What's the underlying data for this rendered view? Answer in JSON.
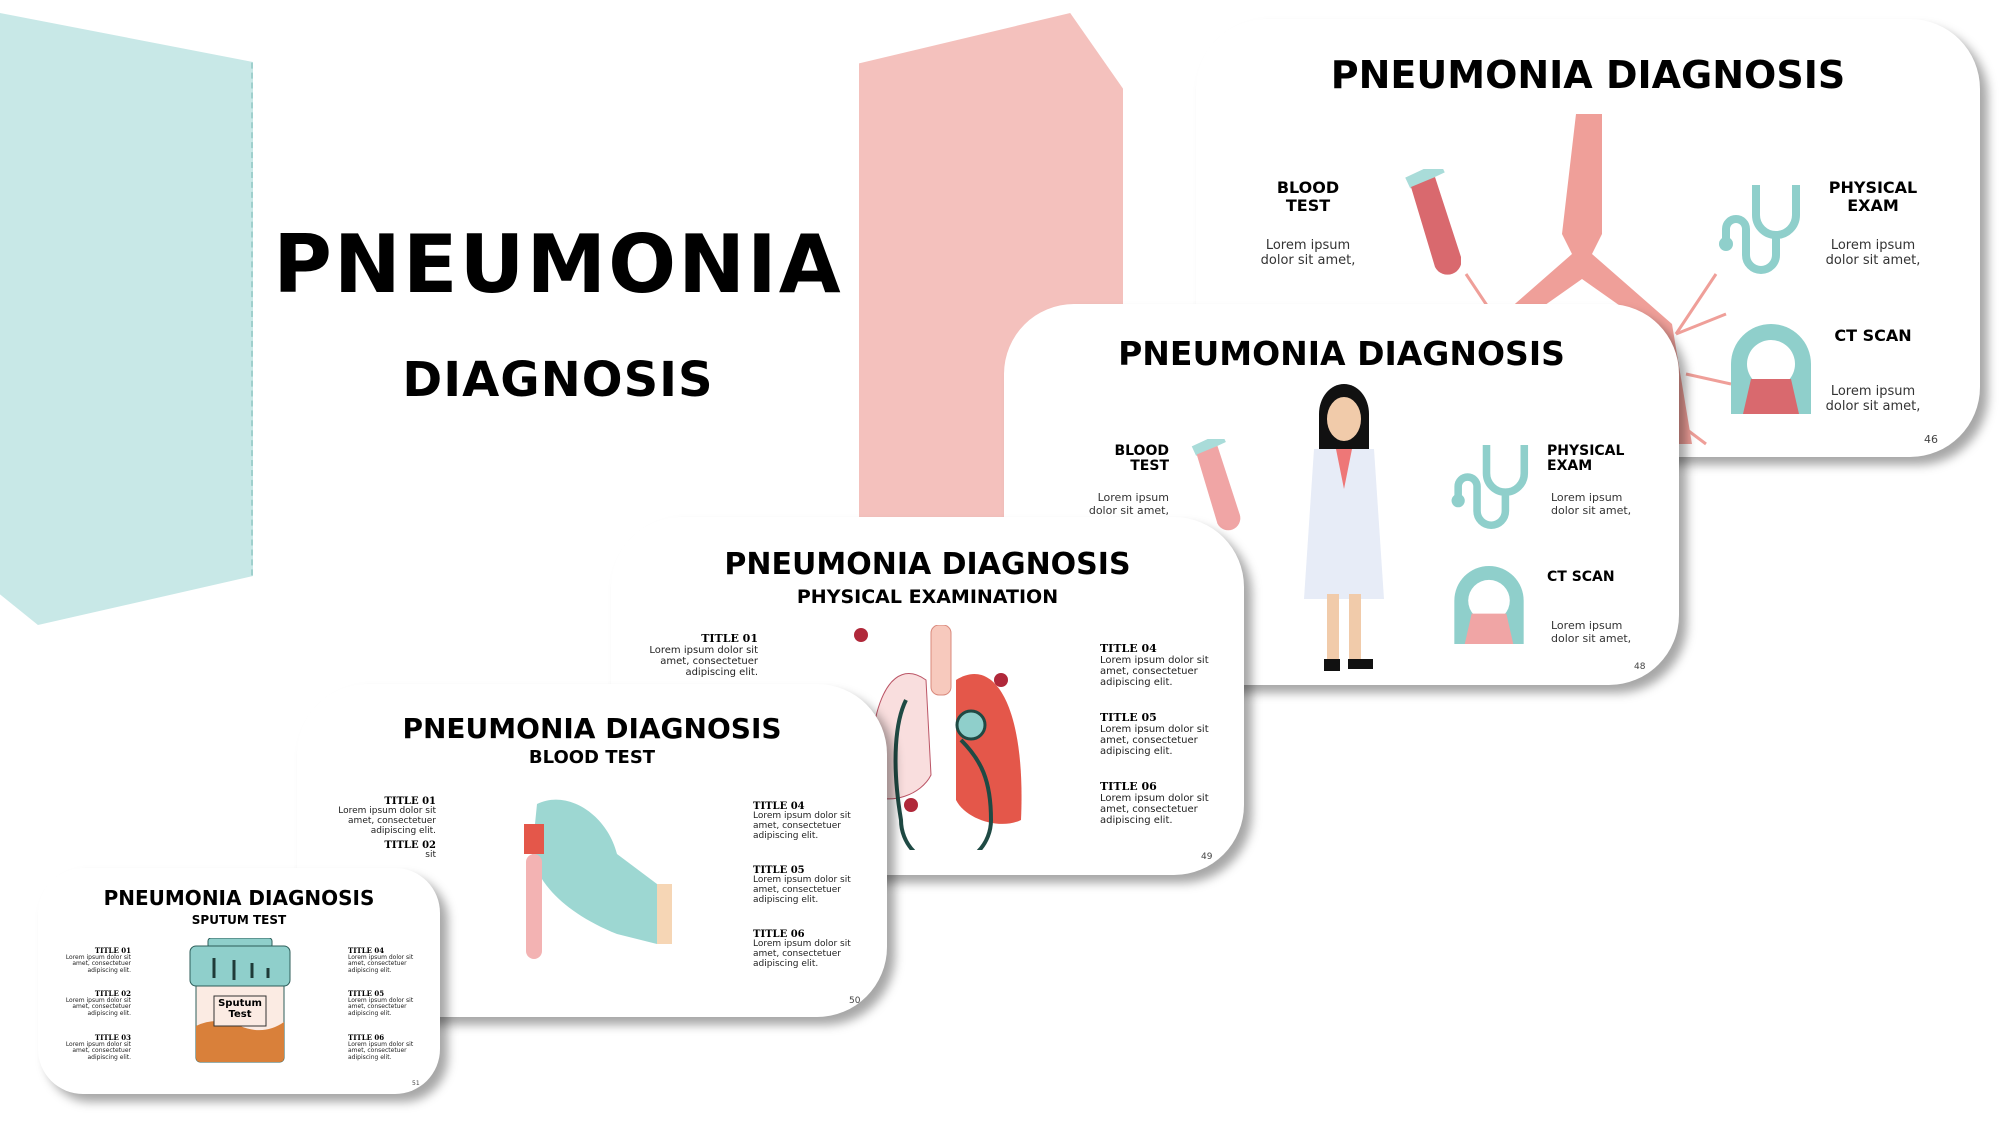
{
  "cover": {
    "title": "PNEUMONIA",
    "subtitle": "DIAGNOSIS",
    "colors": {
      "teal": "#c8e8e7",
      "pink": "#f4c1bd"
    }
  },
  "slides": [
    {
      "title": "PNEUMONIA DIAGNOSIS",
      "page": "46",
      "labels": {
        "blood": "BLOOD\nTEST",
        "physical": "PHYSICAL\nEXAM",
        "ct": "CT SCAN"
      },
      "lorem": "Lorem ipsum\ndolor sit amet,"
    },
    {
      "title": "PNEUMONIA DIAGNOSIS",
      "page": "48",
      "labels": {
        "blood": "BLOOD\nTEST",
        "physical": "PHYSICAL\nEXAM",
        "ct": "CT SCAN"
      },
      "lorem": "Lorem ipsum\ndolor sit amet,"
    },
    {
      "title": "PNEUMONIA DIAGNOSIS",
      "subtitle": "PHYSICAL EXAMINATION",
      "page": "49",
      "items": [
        {
          "title": "TITLE 01",
          "text": "Lorem ipsum dolor sit\namet, consectetuer\nadipiscing elit."
        },
        {
          "title": "TITLE 04",
          "text": "Lorem ipsum dolor sit\namet, consectetuer\nadipiscing elit."
        },
        {
          "title": "TITLE 05",
          "text": "Lorem ipsum dolor sit\namet, consectetuer\nadipiscing elit."
        },
        {
          "title": "TITLE 06",
          "text": "Lorem ipsum dolor sit\namet, consectetuer\nadipiscing elit."
        }
      ]
    },
    {
      "title": "PNEUMONIA DIAGNOSIS",
      "subtitle": "BLOOD TEST",
      "page": "50",
      "items": [
        {
          "title": "TITLE 01",
          "text": "Lorem ipsum dolor sit\namet, consectetuer\nadipiscing elit."
        },
        {
          "title": "TITLE 02",
          "text": "sit"
        },
        {
          "title": "TITLE 04",
          "text": "Lorem ipsum dolor sit\namet, consectetuer\nadipiscing elit."
        },
        {
          "title": "TITLE 05",
          "text": "Lorem ipsum dolor sit\namet, consectetuer\nadipiscing elit."
        },
        {
          "title": "TITLE 06",
          "text": "Lorem ipsum dolor sit\namet, consectetuer\nadipiscing elit."
        }
      ]
    },
    {
      "title": "PNEUMONIA DIAGNOSIS",
      "subtitle": "SPUTUM TEST",
      "page": "51",
      "jar_label": "Sputum\nTest",
      "items": [
        {
          "title": "TITLE 01",
          "text": "Lorem ipsum dolor sit\namet, consectetuer\nadipiscing elit."
        },
        {
          "title": "TITLE 02",
          "text": "Lorem ipsum dolor sit\namet, consectetuer\nadipiscing elit."
        },
        {
          "title": "TITLE 03",
          "text": "Lorem ipsum dolor sit\namet, consectetuer\nadipiscing elit."
        },
        {
          "title": "TITLE 04",
          "text": "Lorem ipsum dolor sit\namet, consectetuer\nadipiscing elit."
        },
        {
          "title": "TITLE 05",
          "text": "Lorem ipsum dolor sit\namet, consectetuer\nadipiscing elit."
        },
        {
          "title": "TITLE 06",
          "text": "Lorem ipsum dolor sit\namet, consectetuer\nadipiscing elit."
        }
      ]
    }
  ]
}
